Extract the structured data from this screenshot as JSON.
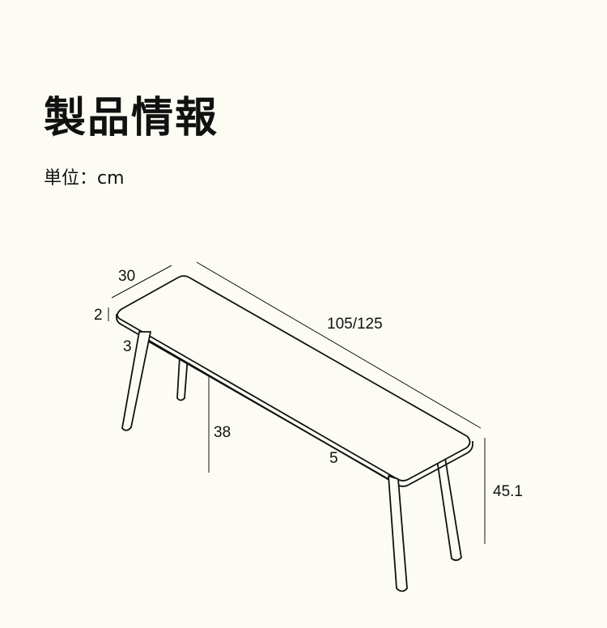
{
  "header": {
    "title": "製品情報",
    "unit": "単位：cm"
  },
  "dimensions": {
    "depth": "30",
    "top_thickness": "2",
    "apron_thickness": "3",
    "length": "105/125",
    "leg_height": "38",
    "apron_width": "5",
    "total_height": "45.1"
  },
  "colors": {
    "background": "#fdfcf4",
    "line": "#111111"
  }
}
